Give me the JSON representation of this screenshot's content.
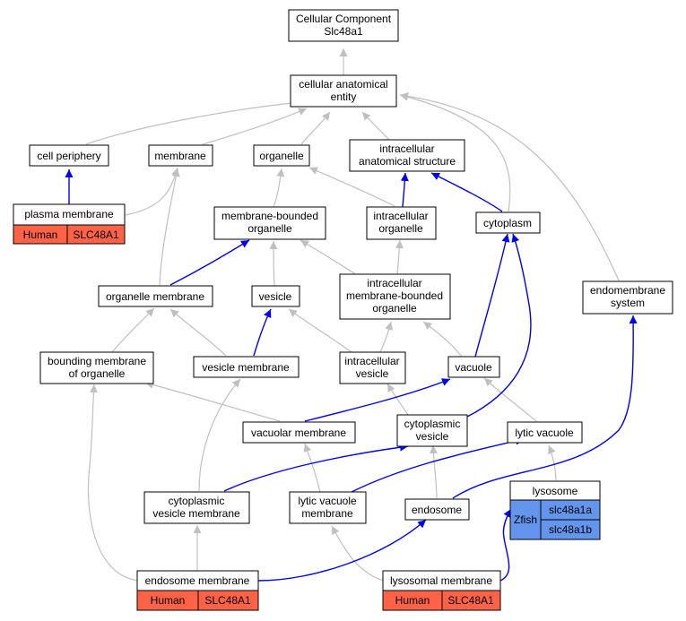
{
  "colors": {
    "edge_gray": "#c0c0c0",
    "edge_blue": "#0000ee",
    "human_fill": "#ff6347",
    "zfish_fill": "#6495ed",
    "node_border": "#000000",
    "node_fill": "#ffffff"
  },
  "nodes": {
    "root": [
      "Cellular Component",
      "Slc48a1"
    ],
    "entity": [
      "cellular anatomical",
      "entity"
    ],
    "periphery": [
      "cell periphery"
    ],
    "membrane": [
      "membrane"
    ],
    "organelle": [
      "organelle"
    ],
    "intra_struct": [
      "intracellular",
      "anatomical structure"
    ],
    "plasma": [
      "plasma membrane"
    ],
    "mbo": [
      "membrane-bounded",
      "organelle"
    ],
    "intra_org": [
      "intracellular",
      "organelle"
    ],
    "cytoplasm": [
      "cytoplasm"
    ],
    "org_membrane": [
      "organelle membrane"
    ],
    "vesicle": [
      "vesicle"
    ],
    "imbo": [
      "intracellular",
      "membrane-bounded",
      "organelle"
    ],
    "endomembrane": [
      "endomembrane",
      "system"
    ],
    "bounding": [
      "bounding membrane",
      "of organelle"
    ],
    "ves_membrane": [
      "vesicle membrane"
    ],
    "intra_ves": [
      "intracellular",
      "vesicle"
    ],
    "vacuole": [
      "vacuole"
    ],
    "vac_membrane": [
      "vacuolar membrane"
    ],
    "cyto_ves": [
      "cytoplasmic",
      "vesicle"
    ],
    "lytic_vac": [
      "lytic vacuole"
    ],
    "lysosome": [
      "lysosome"
    ],
    "cvm": [
      "cytoplasmic",
      "vesicle membrane"
    ],
    "lvm": [
      "lytic vacuole",
      "membrane"
    ],
    "endosome": [
      "endosome"
    ],
    "endo_mem": [
      "endosome membrane"
    ],
    "lyso_mem": [
      "lysosomal membrane"
    ]
  },
  "annotations": {
    "plasma": {
      "species": "Human",
      "genes": [
        "SLC48A1"
      ]
    },
    "endo_mem": {
      "species": "Human",
      "genes": [
        "SLC48A1"
      ]
    },
    "lyso_mem": {
      "species": "Human",
      "genes": [
        "SLC48A1"
      ]
    },
    "lysosome": {
      "species": "Zfish",
      "genes": [
        "slc48a1a",
        "slc48a1b"
      ]
    }
  }
}
